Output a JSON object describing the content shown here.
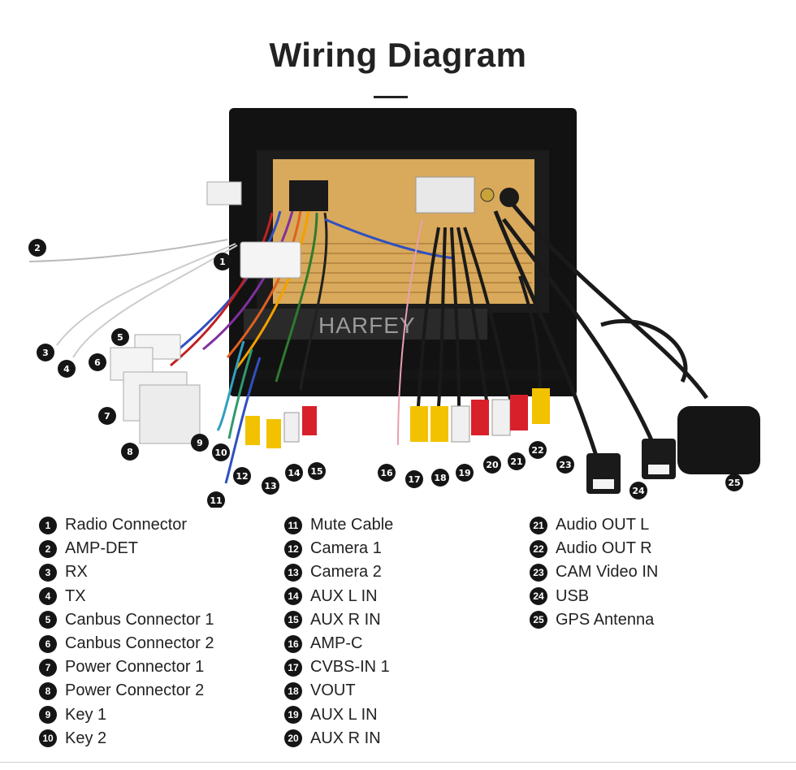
{
  "title": "Wiring Diagram",
  "brand_watermark": "HARFEY",
  "colors": {
    "badge": "#151515",
    "panel_gold": "#d9a95c",
    "frame": "#0f0f0f",
    "rca_yellow": "#f2c200",
    "rca_red": "#d8202a",
    "rca_white": "#f0f0f0"
  },
  "legend": [
    {
      "n": "1",
      "label": "Radio Connector"
    },
    {
      "n": "2",
      "label": "AMP-DET"
    },
    {
      "n": "3",
      "label": "RX"
    },
    {
      "n": "4",
      "label": "TX"
    },
    {
      "n": "5",
      "label": "Canbus Connector 1"
    },
    {
      "n": "6",
      "label": "Canbus Connector 2"
    },
    {
      "n": "7",
      "label": "Power Connector 1"
    },
    {
      "n": "8",
      "label": "Power Connector 2"
    },
    {
      "n": "9",
      "label": "Key 1"
    },
    {
      "n": "10",
      "label": "Key 2"
    },
    {
      "n": "11",
      "label": "Mute Cable"
    },
    {
      "n": "12",
      "label": "Camera 1"
    },
    {
      "n": "13",
      "label": "Camera 2"
    },
    {
      "n": "14",
      "label": "AUX L IN"
    },
    {
      "n": "15",
      "label": "AUX R IN"
    },
    {
      "n": "16",
      "label": "AMP-C"
    },
    {
      "n": "17",
      "label": "CVBS-IN 1"
    },
    {
      "n": "18",
      "label": "VOUT"
    },
    {
      "n": "19",
      "label": "AUX L IN"
    },
    {
      "n": "20",
      "label": "AUX R IN"
    },
    {
      "n": "21",
      "label": "Audio OUT L"
    },
    {
      "n": "22",
      "label": "Audio OUT R"
    },
    {
      "n": "23",
      "label": "CAM Video IN"
    },
    {
      "n": "24",
      "label": "USB"
    },
    {
      "n": "25",
      "label": "GPS Antenna"
    }
  ]
}
